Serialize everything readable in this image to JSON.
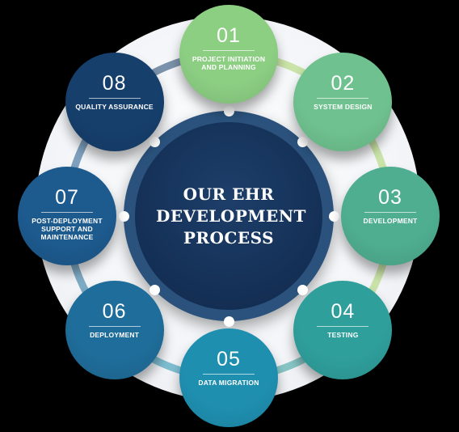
{
  "center": {
    "title_line1": "OUR EHR",
    "title_line2": "DEVELOPMENT",
    "title_line3": "PROCESS"
  },
  "colors": {
    "hub": "#142f55",
    "hub_ring": "#2a527c",
    "connector": "#c9e3a8"
  },
  "steps": [
    {
      "number": "01",
      "label": "PROJECT INITIATION AND PLANNING",
      "color": "#8ccf83"
    },
    {
      "number": "02",
      "label": "SYSTEM DESIGN",
      "color": "#6fc28f"
    },
    {
      "number": "03",
      "label": "DEVELOPMENT",
      "color": "#4fae90"
    },
    {
      "number": "04",
      "label": "TESTING",
      "color": "#2f9f9c"
    },
    {
      "number": "05",
      "label": "DATA MIGRATION",
      "color": "#1f8fb0"
    },
    {
      "number": "06",
      "label": "DEPLOYMENT",
      "color": "#1f6d9a"
    },
    {
      "number": "07",
      "label": "POST-DEPLOYMENT SUPPORT AND MAINTENANCE",
      "color": "#1d5a8e"
    },
    {
      "number": "08",
      "label": "QUALITY ASSURANCE",
      "color": "#163f6c"
    }
  ]
}
